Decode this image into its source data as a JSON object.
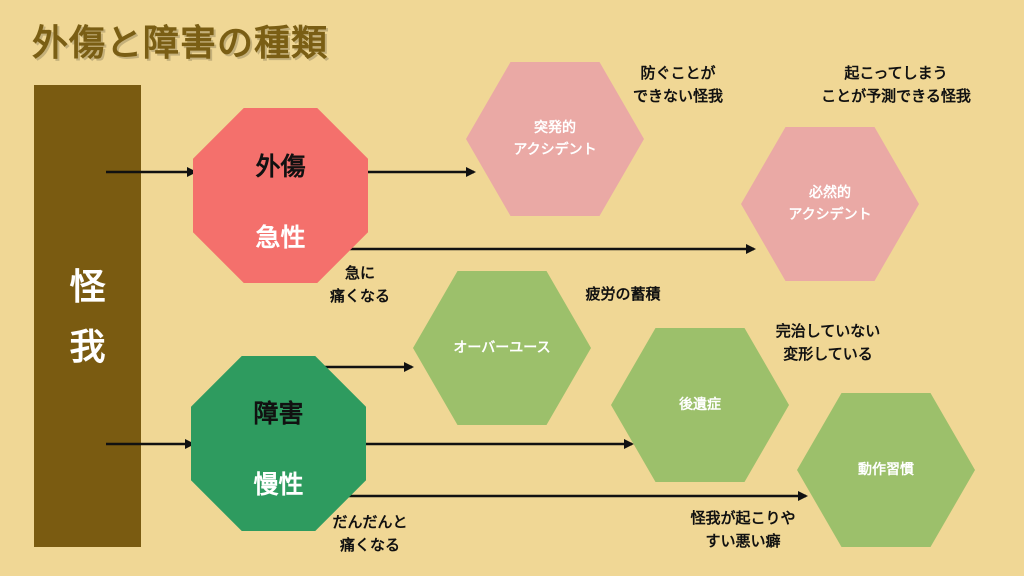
{
  "title": "外傷と障害の種類",
  "sidebar": {
    "label_line1": "怪",
    "label_line2": "我"
  },
  "trauma": {
    "name": "外傷",
    "type": "急性",
    "note_line1": "急に",
    "note_line2": "痛くなる",
    "color": "#f4706c"
  },
  "disorder": {
    "name": "障害",
    "type": "慢性",
    "note_line1": "だんだんと",
    "note_line2": "痛くなる",
    "color": "#2e9b5f"
  },
  "nodes": {
    "sudden": {
      "line1": "突発的",
      "line2": "アクシデント",
      "note_line1": "防ぐことが",
      "note_line2": "できない怪我",
      "color": "#eaa9a5"
    },
    "inevitable": {
      "line1": "必然的",
      "line2": "アクシデント",
      "note_line1": "起こってしまう",
      "note_line2": "ことが予測できる怪我",
      "color": "#eaa9a5"
    },
    "overuse": {
      "label": "オーバーユース",
      "note": "疲労の蓄積",
      "color": "#9cc06b"
    },
    "sequela": {
      "label": "後遺症",
      "note_line1": "完治していない",
      "note_line2": "変形している",
      "color": "#9cc06b"
    },
    "habit": {
      "label": "動作習慣",
      "note_line1": "怪我が起こりや",
      "note_line2": "すい悪い癖",
      "color": "#9cc06b"
    }
  }
}
